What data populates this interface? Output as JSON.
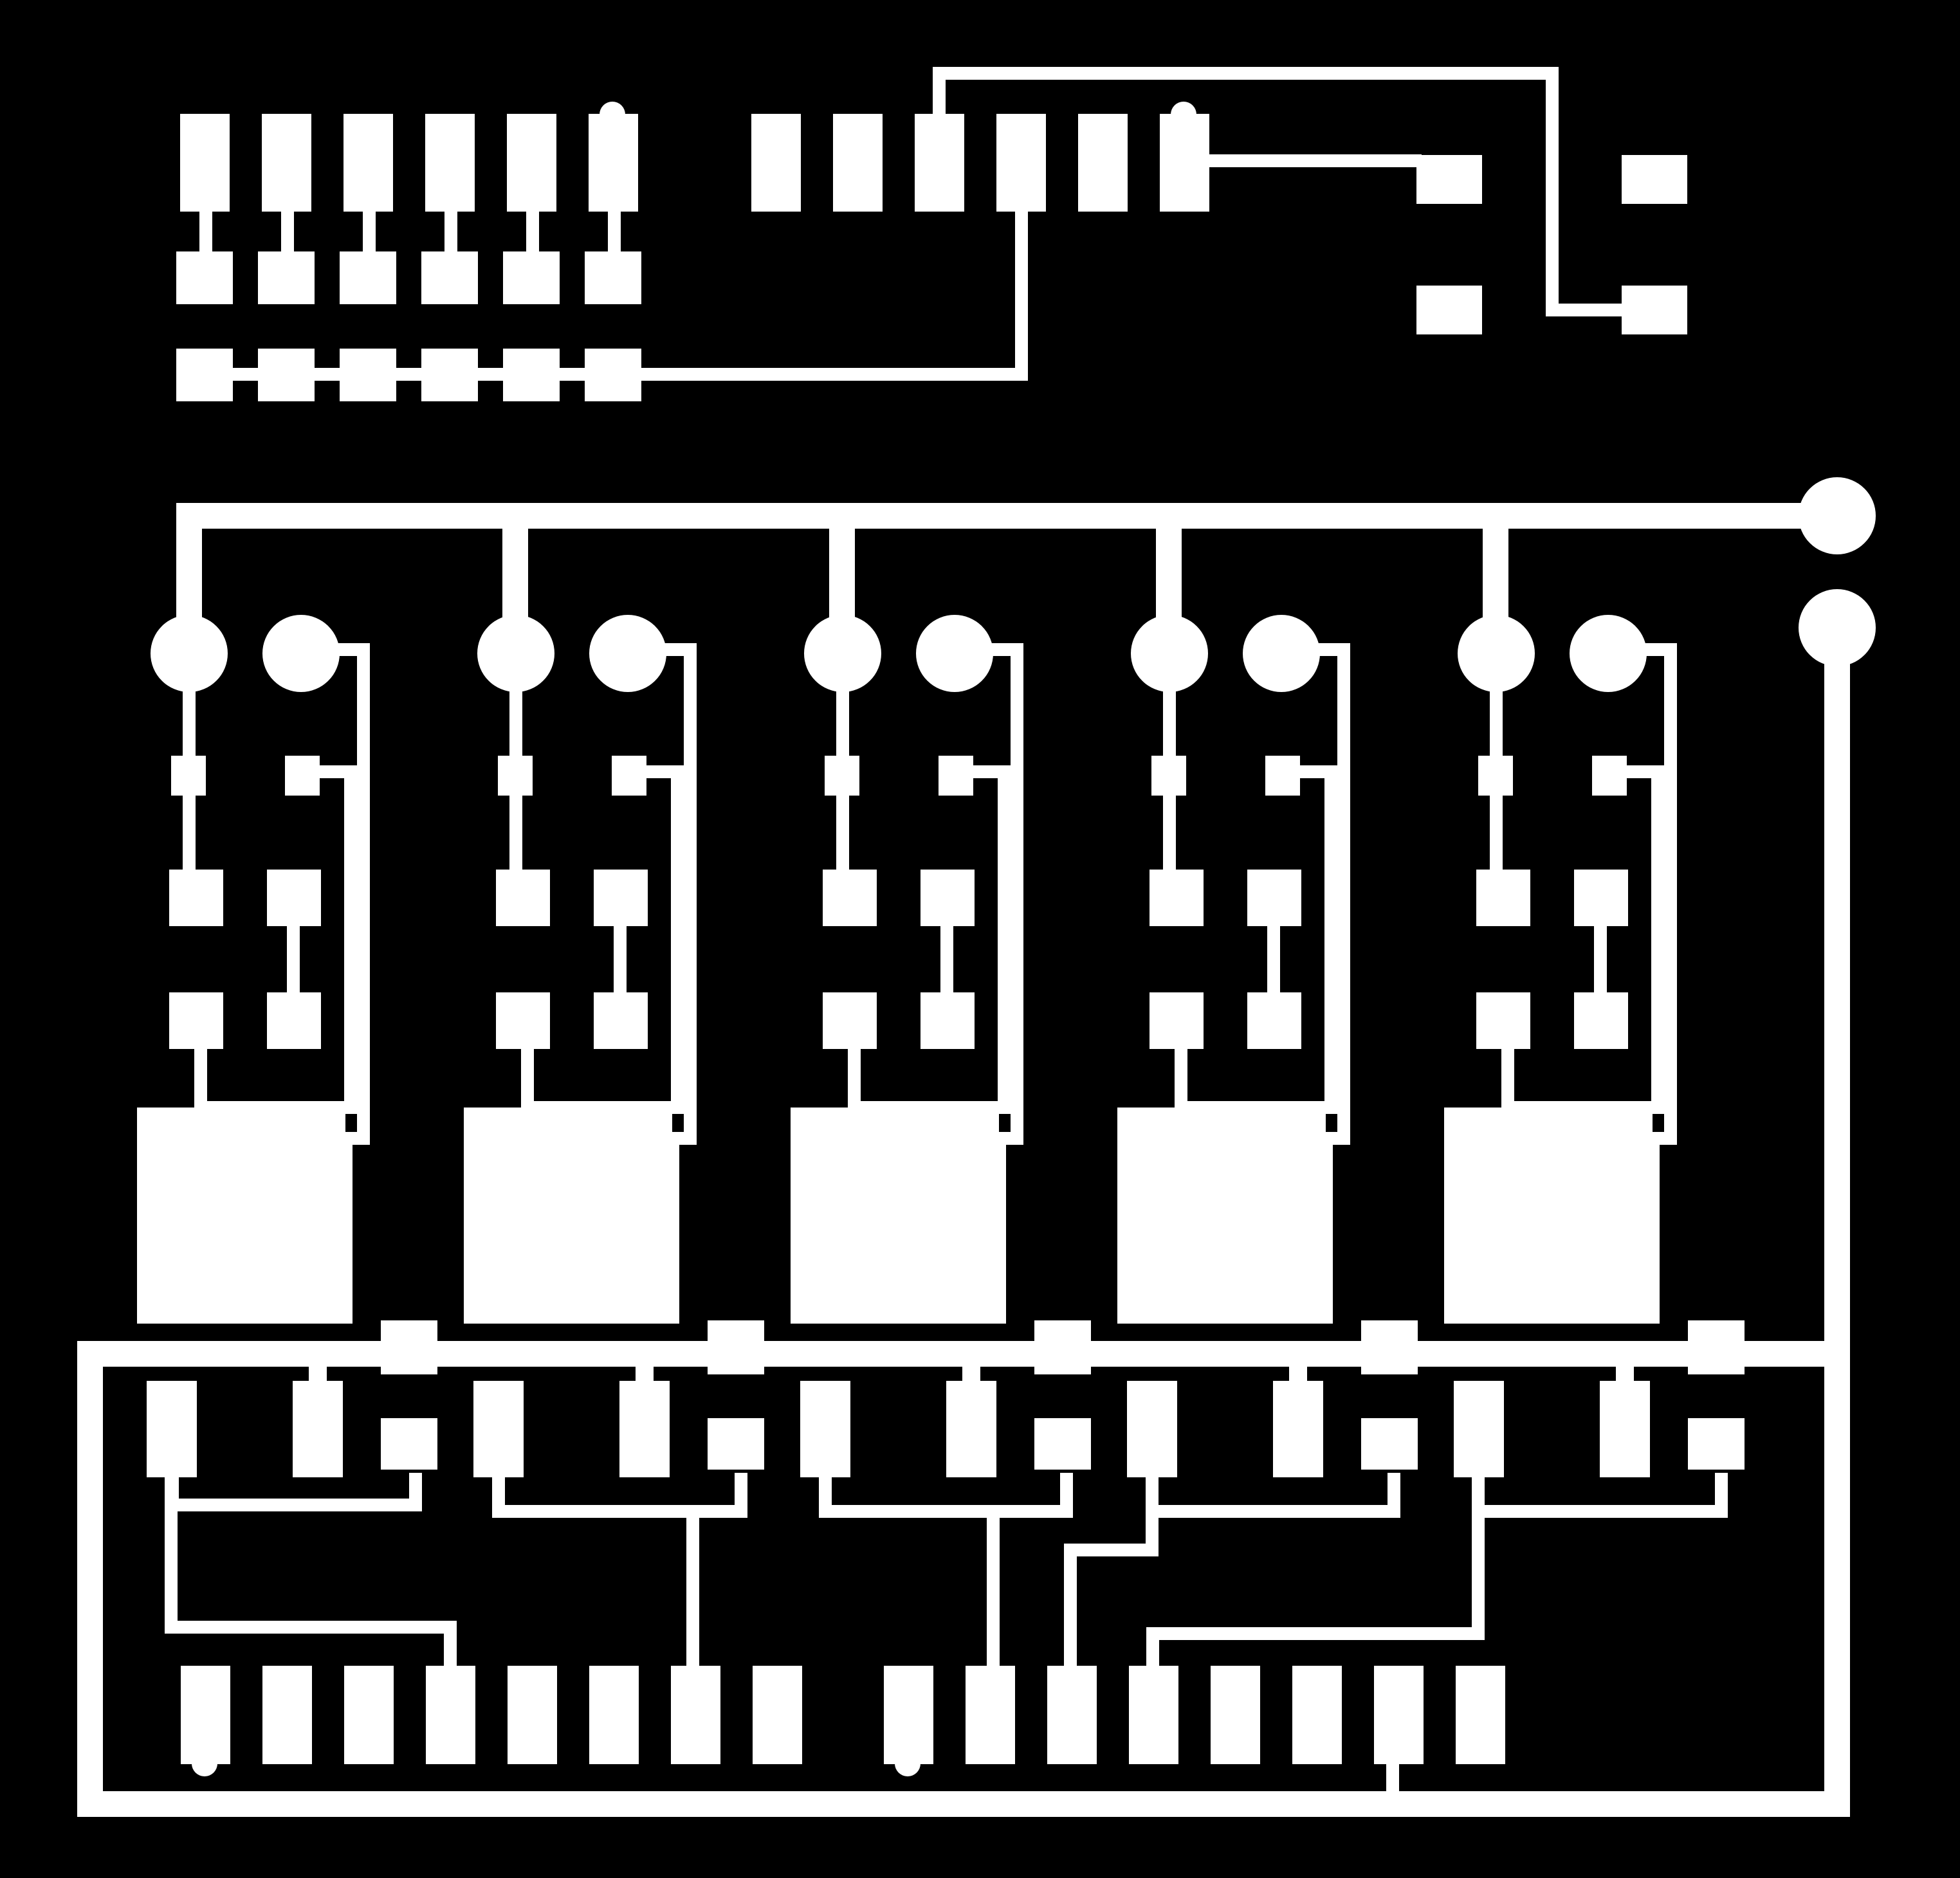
{
  "board": {
    "title": "",
    "background_color": "#000000",
    "copper_color": "#ffffff",
    "icon": "pcb-trace-layout-icon"
  },
  "sections": {
    "header_connector_row": {
      "name": "header-pad-row",
      "pad_count": 12
    },
    "resistor_array": {
      "name": "resistor-array",
      "column_count": 6
    },
    "top_right_switch": {
      "name": "tactile-switch",
      "pad_count": 4
    },
    "channels": {
      "name": "driver-channel",
      "count": 5
    },
    "mosfet_block": {
      "name": "mosfet-row",
      "count": 5
    },
    "bottom_header": {
      "name": "bottom-header-pad-row",
      "pad_count": 16
    },
    "power_terminals": {
      "name": "power-terminal",
      "count": 2
    }
  }
}
